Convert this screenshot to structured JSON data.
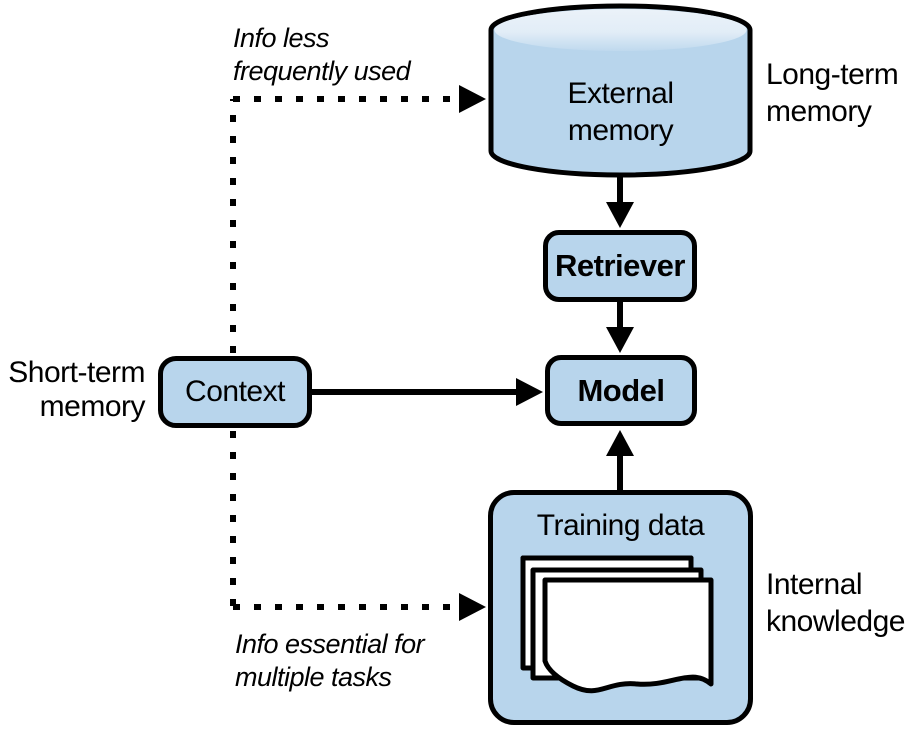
{
  "diagram": {
    "nodes": {
      "external_memory": {
        "lines": {
          "0": "External",
          "1": "memory"
        }
      },
      "retriever": {
        "label": "Retriever"
      },
      "model": {
        "label": "Model"
      },
      "context": {
        "label": "Context"
      },
      "training_data": {
        "label": "Training data"
      }
    },
    "side_labels": {
      "long_term": {
        "lines": {
          "0": "Long-term",
          "1": "memory"
        }
      },
      "short_term": {
        "lines": {
          "0": "Short-term",
          "1": "memory"
        }
      },
      "internal": {
        "lines": {
          "0": "Internal",
          "1": "knowledge"
        }
      }
    },
    "annotations": {
      "info_less": {
        "lines": {
          "0": "Info less",
          "1": "frequently used"
        }
      },
      "info_essential": {
        "lines": {
          "0": "Info essential for",
          "1": "multiple tasks"
        }
      }
    },
    "colors": {
      "node_fill": "#B8D5EC",
      "cylinder_top_light": "#EBF2F9",
      "stroke": "#000000",
      "document_fill": "#FFFFFF",
      "background": "#FFFFFF"
    }
  }
}
